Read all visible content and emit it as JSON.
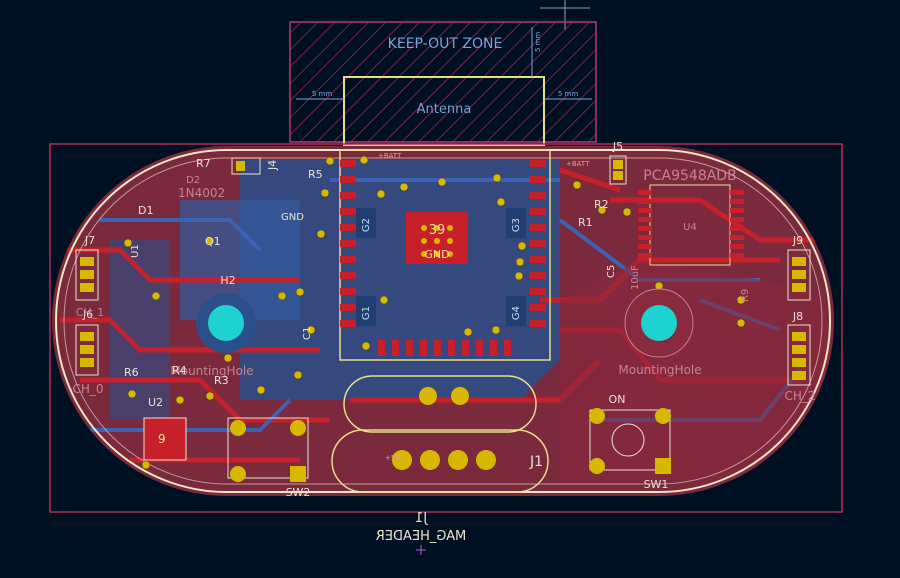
{
  "colors": {
    "background": "#001023",
    "board_fill": "#7a2a3c",
    "copper_front": "#c8202a",
    "copper_back": "#3a5ea8",
    "edge_cuts": "#f0e9c6",
    "keepout": "#c42a5a",
    "keepout_text": "#7aa0d8",
    "silkscreen": "#e8e4cf",
    "pads": "#d7b800",
    "mounting": "#1ed2d2"
  },
  "annotations": {
    "keepout_title": "KEEP-OUT ZONE",
    "antenna_label": "Antenna",
    "dim_5mm_top": "5 mm",
    "dim_5mm_left": "5 mm",
    "dim_5mm_right": "5 mm"
  },
  "pcb": {
    "references": {
      "R7": "R7",
      "D2": "D2",
      "D2_val": "1N4002",
      "D1": "D1",
      "Q1": "Q1",
      "R5": "R5",
      "J4": "J4",
      "J5": "J5",
      "PCA": "PCA9548ADB",
      "R1": "R1",
      "R2": "R2",
      "U4": "U4",
      "U1": "U1",
      "C5": "C5",
      "C5_val": "10uF",
      "R9": "R9",
      "H2": "H2",
      "J7": "J7",
      "J6": "J6",
      "J9": "J9",
      "J8": "J8",
      "CH_0": "CH_0",
      "CH_1": "CH_1",
      "CH_2": "CH_2",
      "R6": "R6",
      "R3": "R3",
      "R4": "R4",
      "U2": "U2",
      "C1": "C1",
      "J1": "J1",
      "ON": "ON",
      "SW1": "SW1",
      "SW2": "SW2",
      "MountingHole_L": "MountingHole",
      "MountingHole_R": "MountingHole",
      "G1": "G1",
      "G2": "G2",
      "G3": "G3",
      "G4": "G4",
      "GND": "GND",
      "U2_pad": "9",
      "pad39": "39",
      "pad39_net": "GND",
      "plus5V": "+5V",
      "plusBATT": "+BATT"
    },
    "footer_ref": "J1",
    "footer_value": "MAG_HEADER"
  }
}
